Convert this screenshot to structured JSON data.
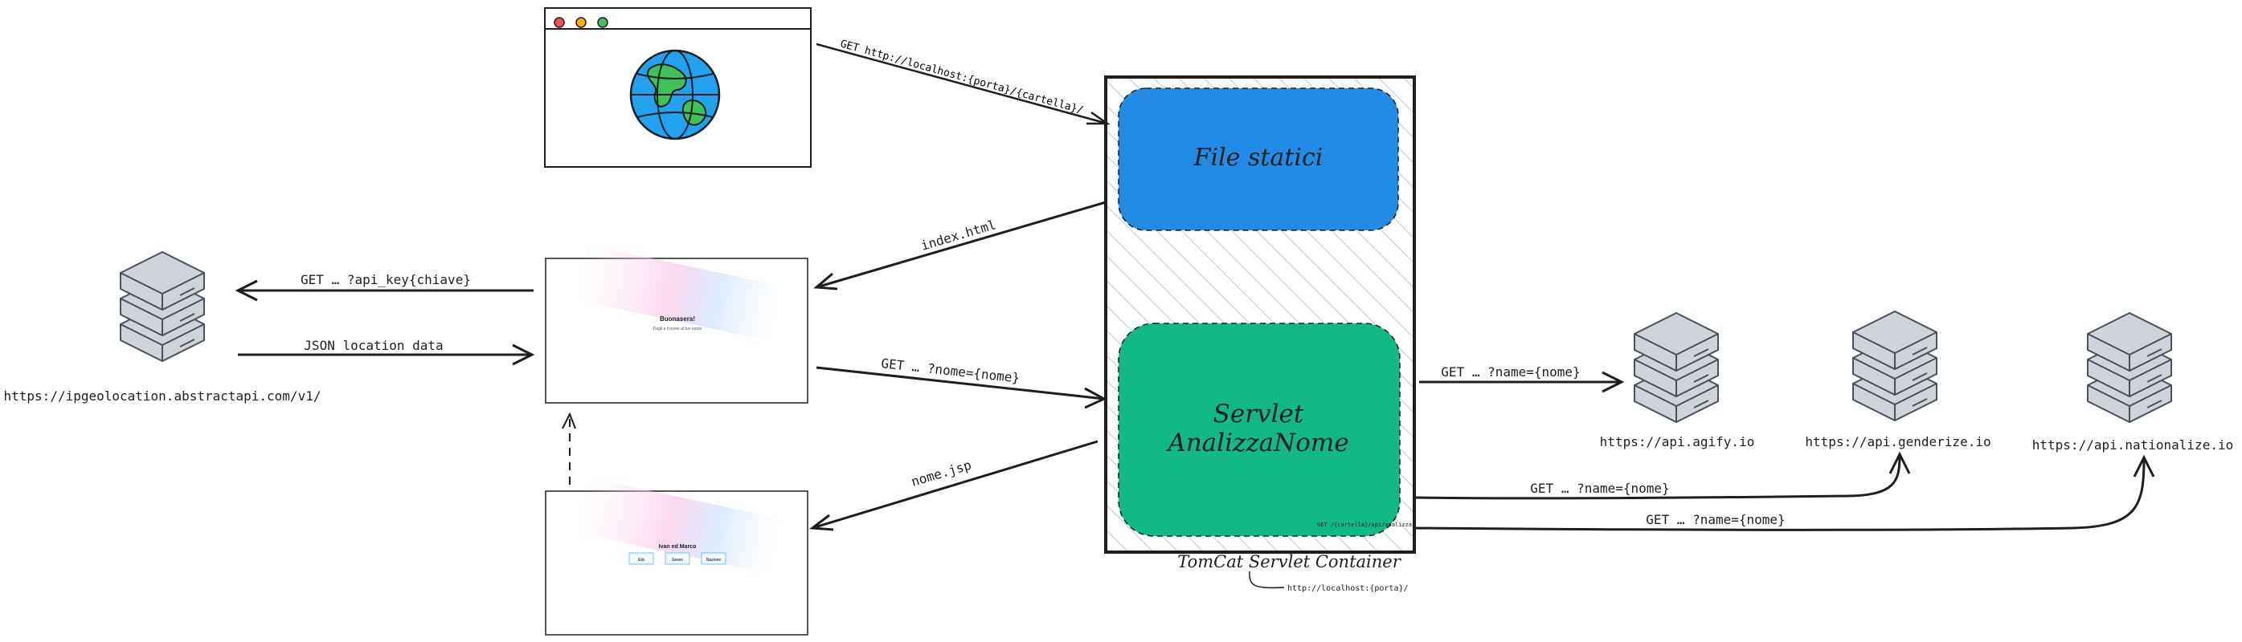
{
  "servers": {
    "geolocation_url": "https://ipgeolocation.abstractapi.com/v1/",
    "agify_url": "https://api.agify.io",
    "genderize_url": "https://api.genderize.io",
    "nationalize_url": "https://api.nationalize.io"
  },
  "arrows": {
    "browser_request": "GET http://localhost:{porta}/{cartella}/",
    "index_response": "index.html",
    "geo_request": "GET … ?api_key{chiave}",
    "geo_response": "JSON location data",
    "servlet_request": "GET … ?nome={nome}",
    "nome_response": "nome.jsp",
    "agify_request": "GET … ?name={nome}",
    "genderize_request": "GET … ?name={nome}",
    "nationalize_request": "GET … ?name={nome}"
  },
  "container": {
    "static_files": "File statici",
    "servlet_line1": "Servlet",
    "servlet_line2": "AnalizzaNome",
    "servlet_path": "GET /{cartella}/api/analizza",
    "title": "TomCat Servlet Container",
    "url": "http://localhost:{porta}/"
  },
  "thumbs": {
    "index_title": "Buonasera!",
    "index_subtitle": "Dagli a il nome al tuo nome",
    "nome_title": "Ivan ed Marco",
    "nome_buttons": [
      "Età",
      "Sesso",
      "Nazione"
    ]
  },
  "colors": {
    "static_fill": "#228be6",
    "servlet_fill": "#12b886",
    "server_fill": "#ced4da",
    "globe_fill": "#22a2ee",
    "land_fill": "#40c057",
    "ink": "#1e1e1e"
  }
}
